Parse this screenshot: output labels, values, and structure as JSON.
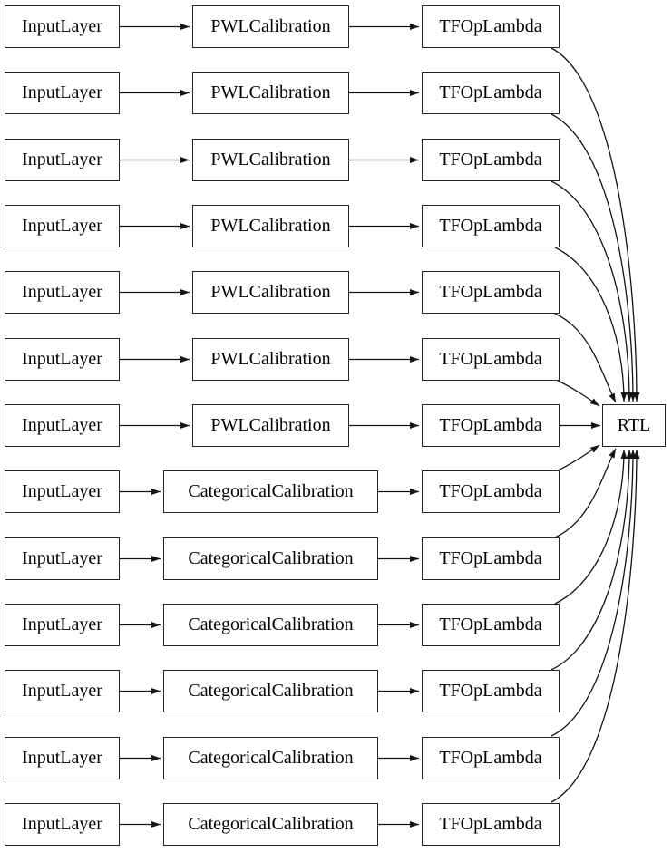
{
  "diagram": {
    "kind": "keras-model-graph",
    "colors": {
      "background": "#ffffff",
      "node_fill": "#ffffff",
      "node_border": "#262626",
      "edge": "#141414",
      "text": "#000000"
    }
  },
  "rows": [
    {
      "input": "InputLayer",
      "calibration": "PWLCalibration",
      "lambda": "TFOpLambda"
    },
    {
      "input": "InputLayer",
      "calibration": "PWLCalibration",
      "lambda": "TFOpLambda"
    },
    {
      "input": "InputLayer",
      "calibration": "PWLCalibration",
      "lambda": "TFOpLambda"
    },
    {
      "input": "InputLayer",
      "calibration": "PWLCalibration",
      "lambda": "TFOpLambda"
    },
    {
      "input": "InputLayer",
      "calibration": "PWLCalibration",
      "lambda": "TFOpLambda"
    },
    {
      "input": "InputLayer",
      "calibration": "PWLCalibration",
      "lambda": "TFOpLambda"
    },
    {
      "input": "InputLayer",
      "calibration": "PWLCalibration",
      "lambda": "TFOpLambda"
    },
    {
      "input": "InputLayer",
      "calibration": "CategoricalCalibration",
      "lambda": "TFOpLambda"
    },
    {
      "input": "InputLayer",
      "calibration": "CategoricalCalibration",
      "lambda": "TFOpLambda"
    },
    {
      "input": "InputLayer",
      "calibration": "CategoricalCalibration",
      "lambda": "TFOpLambda"
    },
    {
      "input": "InputLayer",
      "calibration": "CategoricalCalibration",
      "lambda": "TFOpLambda"
    },
    {
      "input": "InputLayer",
      "calibration": "CategoricalCalibration",
      "lambda": "TFOpLambda"
    },
    {
      "input": "InputLayer",
      "calibration": "CategoricalCalibration",
      "lambda": "TFOpLambda"
    }
  ],
  "rtl": {
    "label": "RTL"
  },
  "graph": {
    "edges": [
      [
        "in0",
        "cal0"
      ],
      [
        "cal0",
        "lam0"
      ],
      [
        "lam0",
        "rtl"
      ],
      [
        "in1",
        "cal1"
      ],
      [
        "cal1",
        "lam1"
      ],
      [
        "lam1",
        "rtl"
      ],
      [
        "in2",
        "cal2"
      ],
      [
        "cal2",
        "lam2"
      ],
      [
        "lam2",
        "rtl"
      ],
      [
        "in3",
        "cal3"
      ],
      [
        "cal3",
        "lam3"
      ],
      [
        "lam3",
        "rtl"
      ],
      [
        "in4",
        "cal4"
      ],
      [
        "cal4",
        "lam4"
      ],
      [
        "lam4",
        "rtl"
      ],
      [
        "in5",
        "cal5"
      ],
      [
        "cal5",
        "lam5"
      ],
      [
        "lam5",
        "rtl"
      ],
      [
        "in6",
        "cal6"
      ],
      [
        "cal6",
        "lam6"
      ],
      [
        "lam6",
        "rtl"
      ],
      [
        "in7",
        "cal7"
      ],
      [
        "cal7",
        "lam7"
      ],
      [
        "lam7",
        "rtl"
      ],
      [
        "in8",
        "cal8"
      ],
      [
        "cal8",
        "lam8"
      ],
      [
        "lam8",
        "rtl"
      ],
      [
        "in9",
        "cal9"
      ],
      [
        "cal9",
        "lam9"
      ],
      [
        "lam9",
        "rtl"
      ],
      [
        "in10",
        "cal10"
      ],
      [
        "cal10",
        "lam10"
      ],
      [
        "lam10",
        "rtl"
      ],
      [
        "in11",
        "cal11"
      ],
      [
        "cal11",
        "lam11"
      ],
      [
        "lam11",
        "rtl"
      ],
      [
        "in12",
        "cal12"
      ],
      [
        "cal12",
        "lam12"
      ],
      [
        "lam12",
        "rtl"
      ]
    ]
  }
}
